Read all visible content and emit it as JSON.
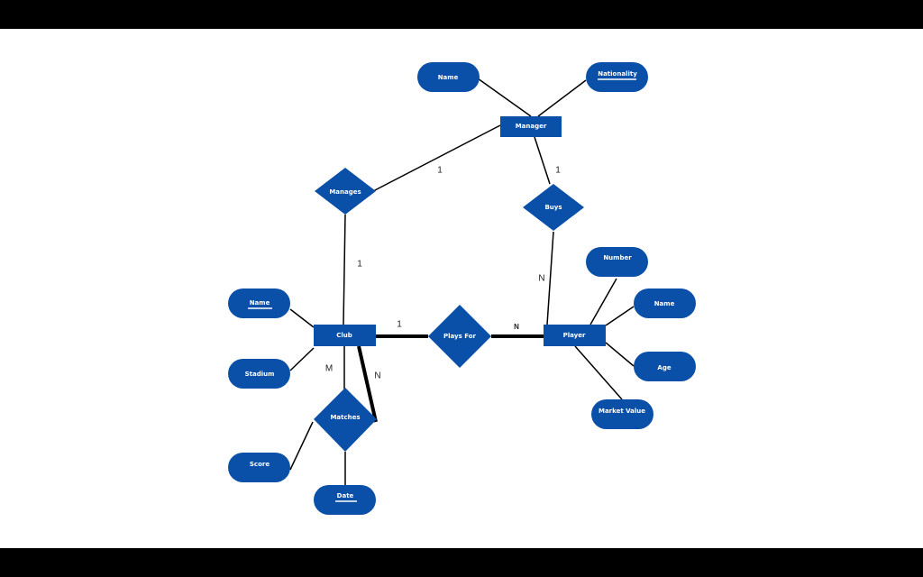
{
  "colors": {
    "entity_fill": "#0a4fa8",
    "line": "#000000",
    "text": "#ffffff",
    "background": "#ffffff",
    "frame": "#000000"
  },
  "entities": {
    "manager": "Manager",
    "club": "Club",
    "player": "Player"
  },
  "relationships": {
    "manages": "Manages",
    "buys": "Buys",
    "plays_for": "Plays For",
    "matches": "Matches"
  },
  "attributes": {
    "manager_name": "Name",
    "manager_nationality": "Nationality",
    "club_name": "Name",
    "club_stadium": "Stadium",
    "player_number": "Number",
    "player_name": "Name",
    "player_age": "Age",
    "player_market_value": "Market Value",
    "match_score": "Score",
    "match_date": "Date"
  },
  "cardinalities": {
    "manages_manager": "1",
    "manages_club": "1",
    "buys_manager": "1",
    "buys_player": "N",
    "plays_for_club": "1",
    "plays_for_player": "N",
    "matches_club_m": "M",
    "matches_club_n": "N"
  }
}
